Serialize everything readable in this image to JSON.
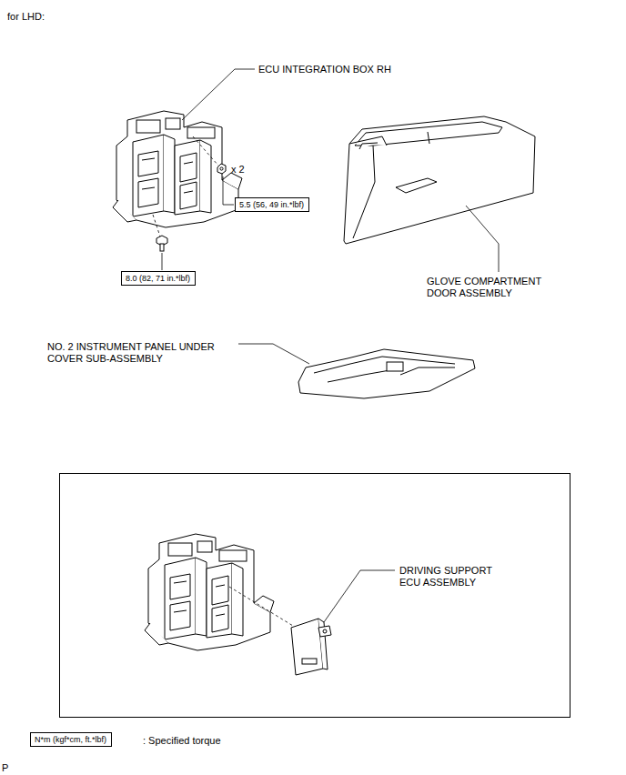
{
  "diagram": {
    "nodes": [
      {
        "text": [
          "5.5 (56, 49 in.*lbf)"
        ]
      },
      {
        "text": [
          "8.0 (82, 71 in.*lbf)"
        ]
      },
      {
        "text": [
          "DRIVING SUPPORT ECU ASSEMBLY"
        ]
      },
      {
        "text": [
          "N*m (kgf*cm, ft.*lbf)"
        ]
      }
    ],
    "labels": [
      "for LHD:",
      "ECU INTEGRATION BOX RH",
      "x 2",
      "GLOVE COMPARTMENT DOOR ASSEMBLY",
      "NO. 2 INSTRUMENT PANEL UNDER COVER SUB-ASSEMBLY",
      ": Specified torque",
      "P"
    ]
  }
}
